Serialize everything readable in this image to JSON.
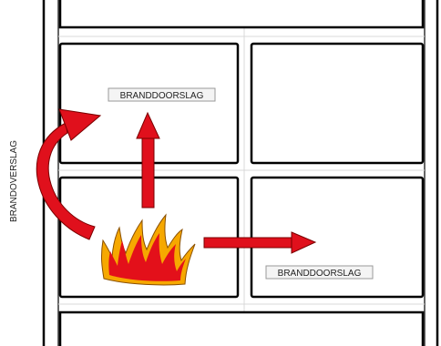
{
  "labels": {
    "breakthrough_upper": "BRANDDOORSLAG",
    "breakthrough_lower": "BRANDDOORSLAG",
    "spread_side": "BRANDOVERSLAG"
  },
  "colors": {
    "arrow_fill": "#e0101c",
    "arrow_stroke": "#7a0000",
    "flame_outer": "#f6a800",
    "flame_inner": "#e3101a",
    "wall": "#000000",
    "label_box_fill": "#f4f4f4",
    "label_box_stroke": "#9a9a9a"
  },
  "icons": {
    "fire": "fire-icon"
  }
}
